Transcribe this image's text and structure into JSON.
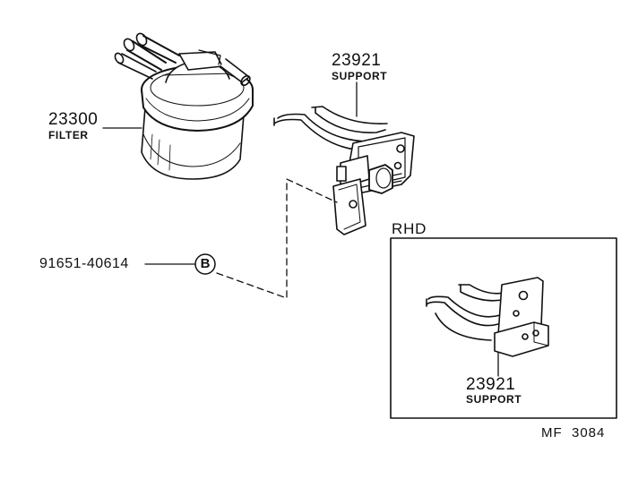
{
  "parts": {
    "filter": {
      "number": "23300",
      "name": "FILTER"
    },
    "support_main": {
      "number": "23921",
      "name": "SUPPORT"
    },
    "support_rhd": {
      "number": "23921",
      "name": "SUPPORT"
    },
    "bolt": {
      "number": "91651-40614",
      "callout": "B"
    }
  },
  "rhd_box": {
    "label": "RHD"
  },
  "drawing_code": "MF  3084",
  "colors": {
    "ink": "#111111",
    "paper": "#ffffff"
  }
}
